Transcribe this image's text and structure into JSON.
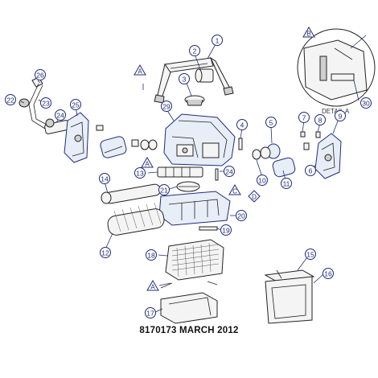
{
  "caption": "8170173 MARCH 2012",
  "detail_label": "DETAIL A",
  "callouts": [
    {
      "num": "1"
    },
    {
      "num": "2"
    },
    {
      "num": "3"
    },
    {
      "num": "4"
    },
    {
      "num": "5"
    },
    {
      "num": "6"
    },
    {
      "num": "7"
    },
    {
      "num": "8"
    },
    {
      "num": "9"
    },
    {
      "num": "10"
    },
    {
      "num": "11"
    },
    {
      "num": "12"
    },
    {
      "num": "13"
    },
    {
      "num": "14"
    },
    {
      "num": "15"
    },
    {
      "num": "16"
    },
    {
      "num": "17"
    },
    {
      "num": "18"
    },
    {
      "num": "19"
    },
    {
      "num": "20"
    },
    {
      "num": "21"
    },
    {
      "num": "22"
    },
    {
      "num": "23"
    },
    {
      "num": "24"
    },
    {
      "num": "24"
    },
    {
      "num": "25"
    },
    {
      "num": "26"
    },
    {
      "num": "29"
    },
    {
      "num": "30"
    }
  ],
  "letter_markers": [
    {
      "letter": "A"
    },
    {
      "letter": "A"
    },
    {
      "letter": "A"
    },
    {
      "letter": "B"
    },
    {
      "letter": "C"
    },
    {
      "letter": "D"
    }
  ]
}
